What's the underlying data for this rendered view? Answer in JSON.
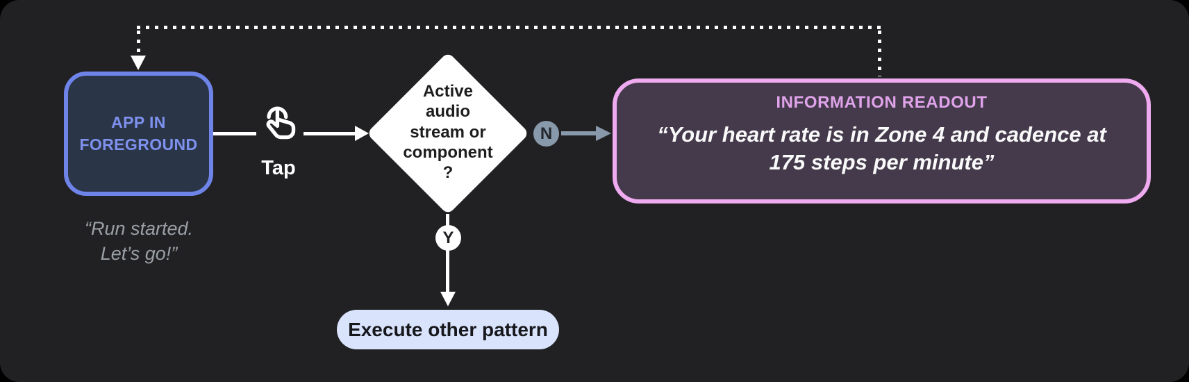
{
  "diagram": {
    "nodes": {
      "app_state": {
        "label": "APP IN\nFOREGROUND",
        "caption": "“Run started.\nLet’s go!”"
      },
      "gesture": {
        "icon": "tap-icon",
        "label": "Tap"
      },
      "decision": {
        "label": "Active\naudio\nstream or\ncomponent\n?"
      },
      "readout": {
        "title": "INFORMATION READOUT",
        "quote": "“Your heart rate is in Zone 4 and cadence at\n175 steps per minute”"
      },
      "other_pattern": {
        "label": "Execute other pattern"
      }
    },
    "branches": {
      "no": "N",
      "yes": "Y"
    },
    "colors": {
      "card_background": "#212123",
      "app_border": "#6F84E9",
      "app_fill": "#2B3548",
      "app_text": "#7E91EE",
      "caption_gray": "#9AA0A6",
      "diamond_fill": "#FFFFFF",
      "diamond_text": "#1E1E1E",
      "no_branch_gray": "#8899AB",
      "readout_border": "#F0ABF0",
      "readout_fill": "#443A4B",
      "readout_title": "#E0A3EA",
      "pill_fill": "#D9E3FC",
      "pill_text": "#17181C"
    }
  }
}
